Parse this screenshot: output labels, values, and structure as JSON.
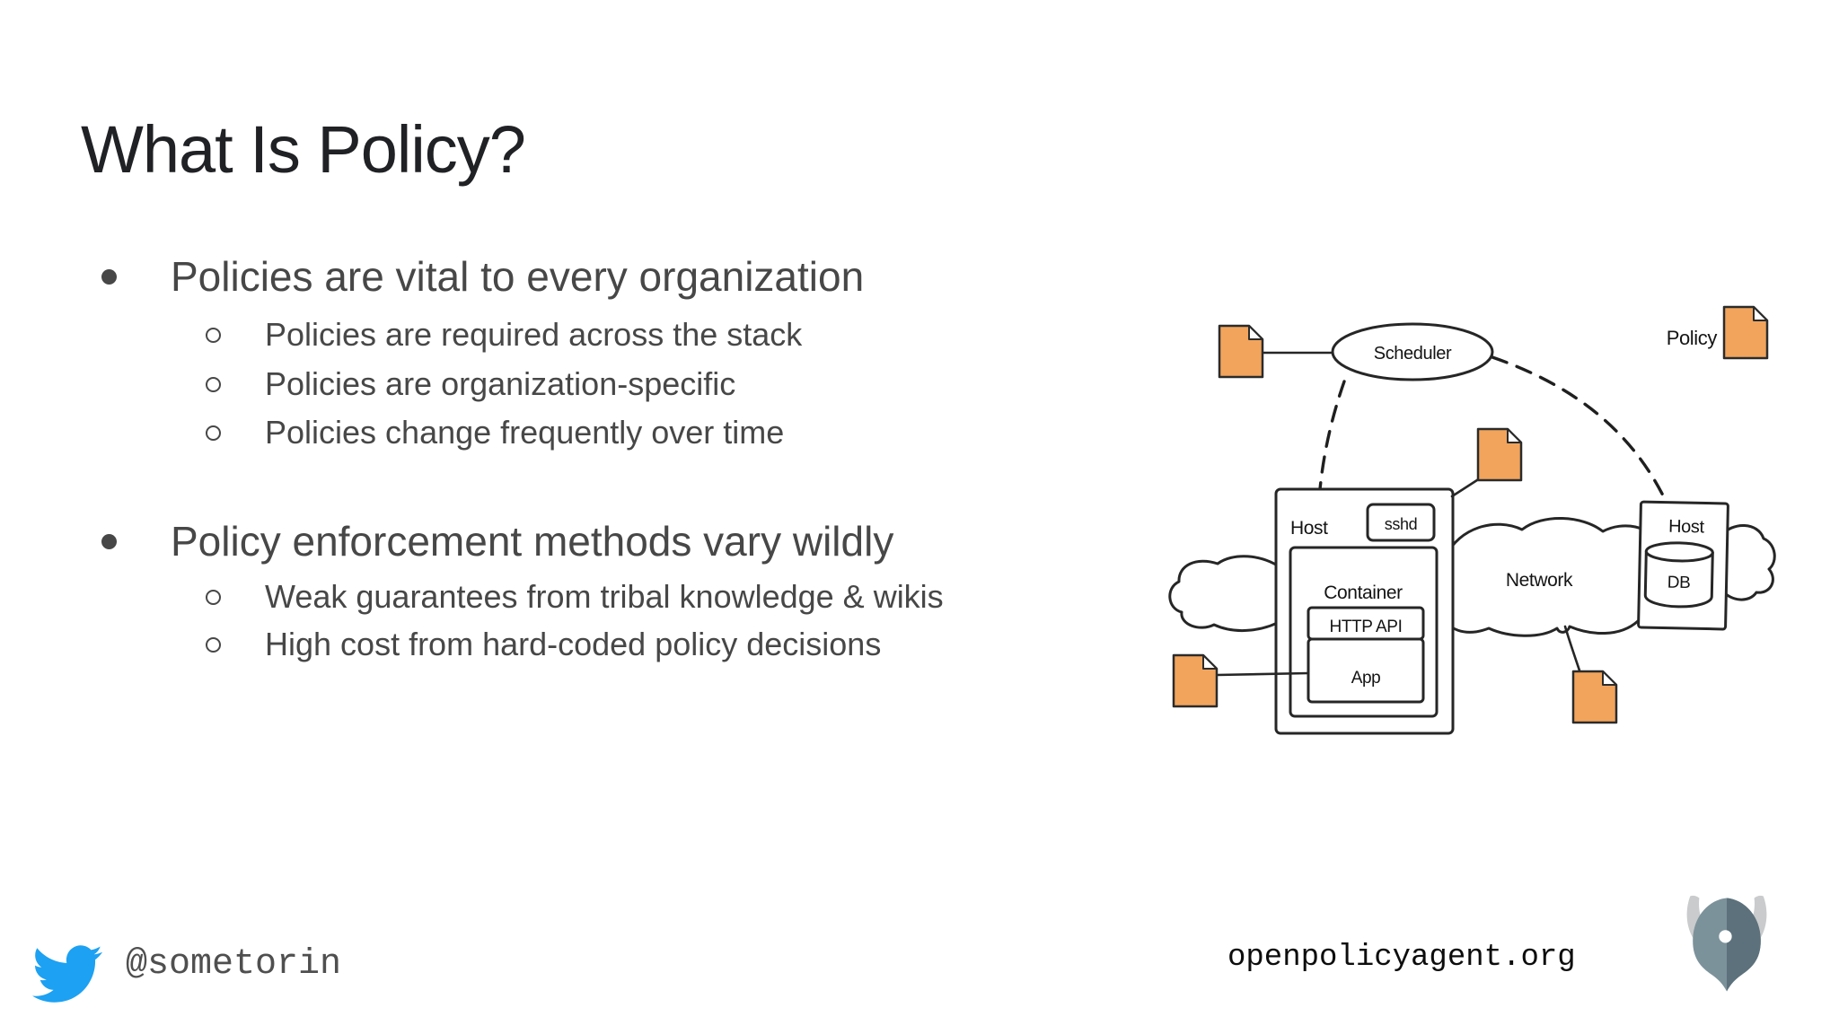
{
  "slide": {
    "title": "What Is Policy?",
    "bullets": [
      {
        "text": "Policies are vital to every organization",
        "sub": [
          "Policies are required across the stack",
          "Policies are organization-specific",
          "Policies change frequently over time"
        ]
      },
      {
        "text": "Policy enforcement methods vary wildly",
        "sub": [
          "Weak guarantees from tribal knowledge & wikis",
          "High cost from hard-coded policy decisions"
        ]
      }
    ]
  },
  "diagram": {
    "scheduler": "Scheduler",
    "policy": "Policy",
    "host_left": "Host",
    "sshd": "sshd",
    "container": "Container",
    "http_api": "HTTP API",
    "app": "App",
    "network": "Network",
    "host_right": "Host",
    "db": "DB"
  },
  "footer": {
    "twitter_handle": "@sometorin",
    "website": "openpolicyagent.org"
  },
  "colors": {
    "note_orange": "#F2A45C",
    "twitter_blue": "#1DA1F2",
    "logo_light": "#7C929B",
    "logo_dark": "#5C717B",
    "logo_horn": "#C9CBCC",
    "title_text": "#202124",
    "body_text": "#474747"
  }
}
